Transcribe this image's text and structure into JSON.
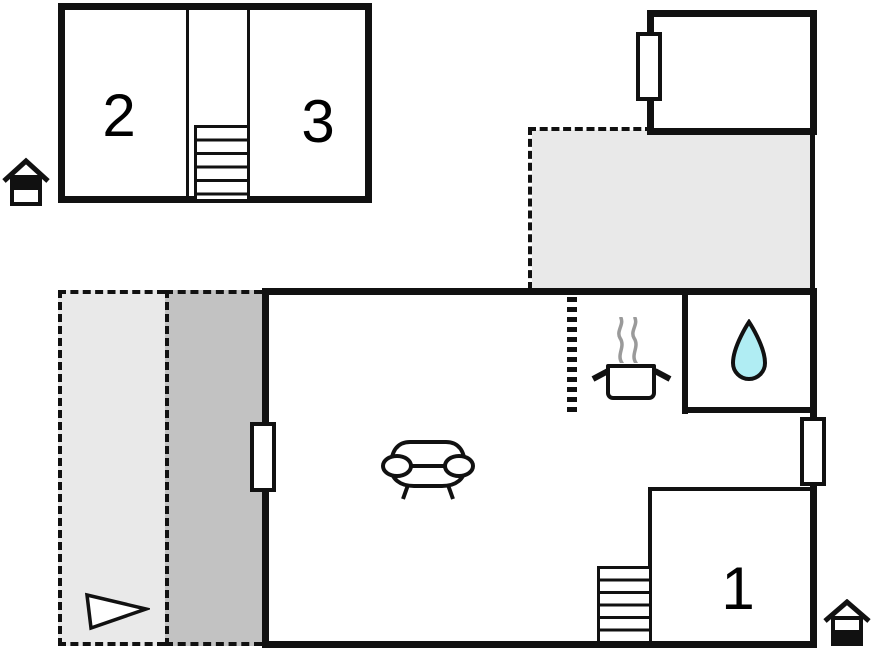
{
  "colors": {
    "wall": "#111111",
    "terrace_light": "#e9e9e9",
    "terrace_dark": "#c2c2c2",
    "water_drop": "#b0edf3",
    "steam": "#9a9a9a"
  },
  "upper_floor": {
    "room_left_label": "2",
    "room_right_label": "3"
  },
  "ground_floor": {
    "room_label": "1"
  }
}
